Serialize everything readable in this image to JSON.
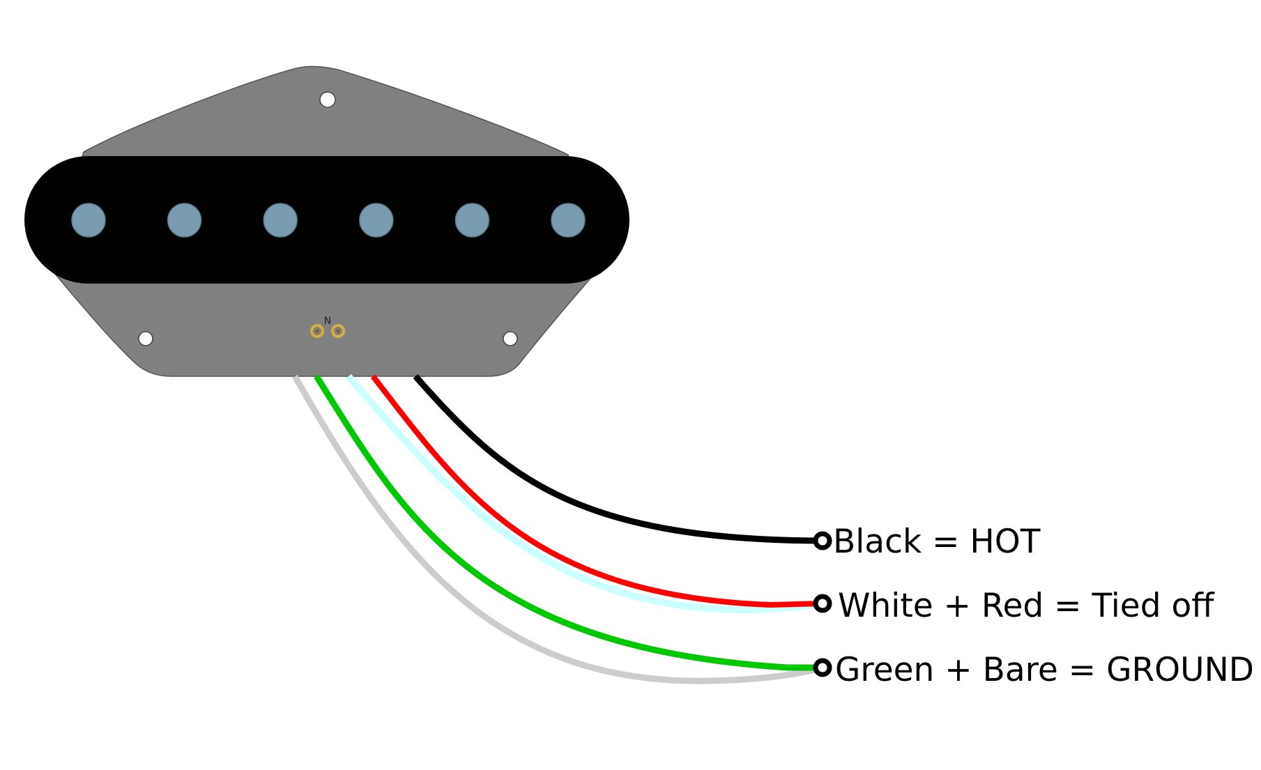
{
  "pickup": {
    "pole_label": "N",
    "pole_piece_count": 6
  },
  "wires": [
    {
      "id": "black",
      "color": "#000000",
      "label": "Black = HOT"
    },
    {
      "id": "white-red",
      "colors": [
        "#ccffff",
        "#ff0000"
      ],
      "label": "White + Red = Tied off"
    },
    {
      "id": "green-bare",
      "colors": [
        "#cccccc",
        "#00c800"
      ],
      "label": "Green + Bare = GROUND"
    }
  ],
  "colors": {
    "baseplate": "#808080",
    "bobbin": "#000000",
    "pole_piece": "#7a9cb0",
    "eyelet": "#d4b040",
    "background": "#ffffff"
  }
}
